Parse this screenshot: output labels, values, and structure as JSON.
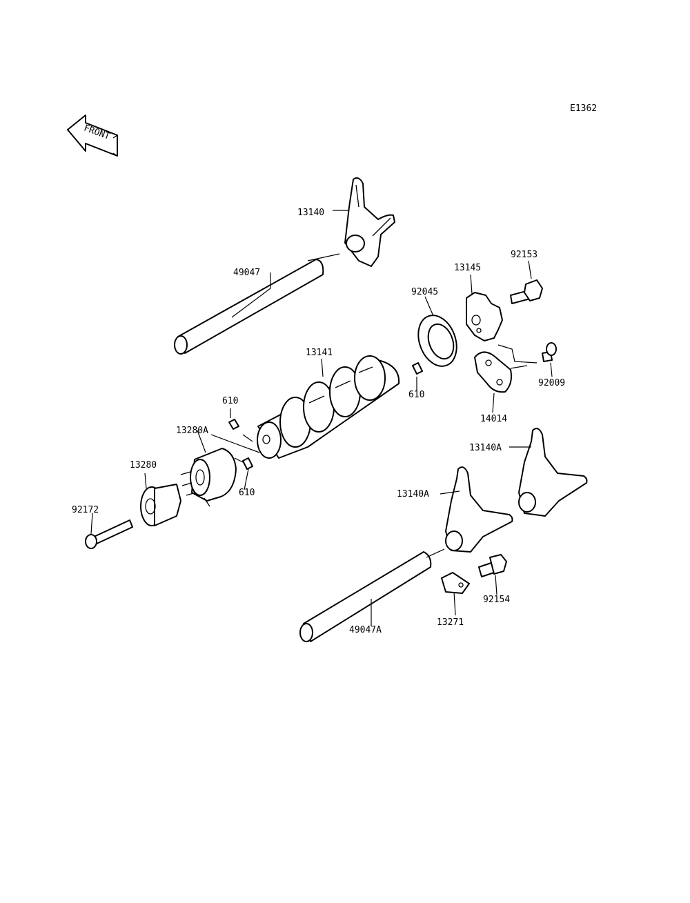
{
  "diagram": {
    "code": "E1362",
    "front": "FRONT",
    "labels": {
      "p13140": "13140",
      "p49047": "49047",
      "p92153": "92153",
      "p13145": "13145",
      "p92045": "92045",
      "p13141": "13141",
      "p610a": "610",
      "p92009": "92009",
      "p14014": "14014",
      "p610b": "610",
      "p13280A": "13280A",
      "p13140Aa": "13140A",
      "p13280": "13280",
      "p610c": "610",
      "p13140Ab": "13140A",
      "p92172": "92172",
      "p92154": "92154",
      "p13271": "13271",
      "p49047A": "49047A"
    }
  }
}
